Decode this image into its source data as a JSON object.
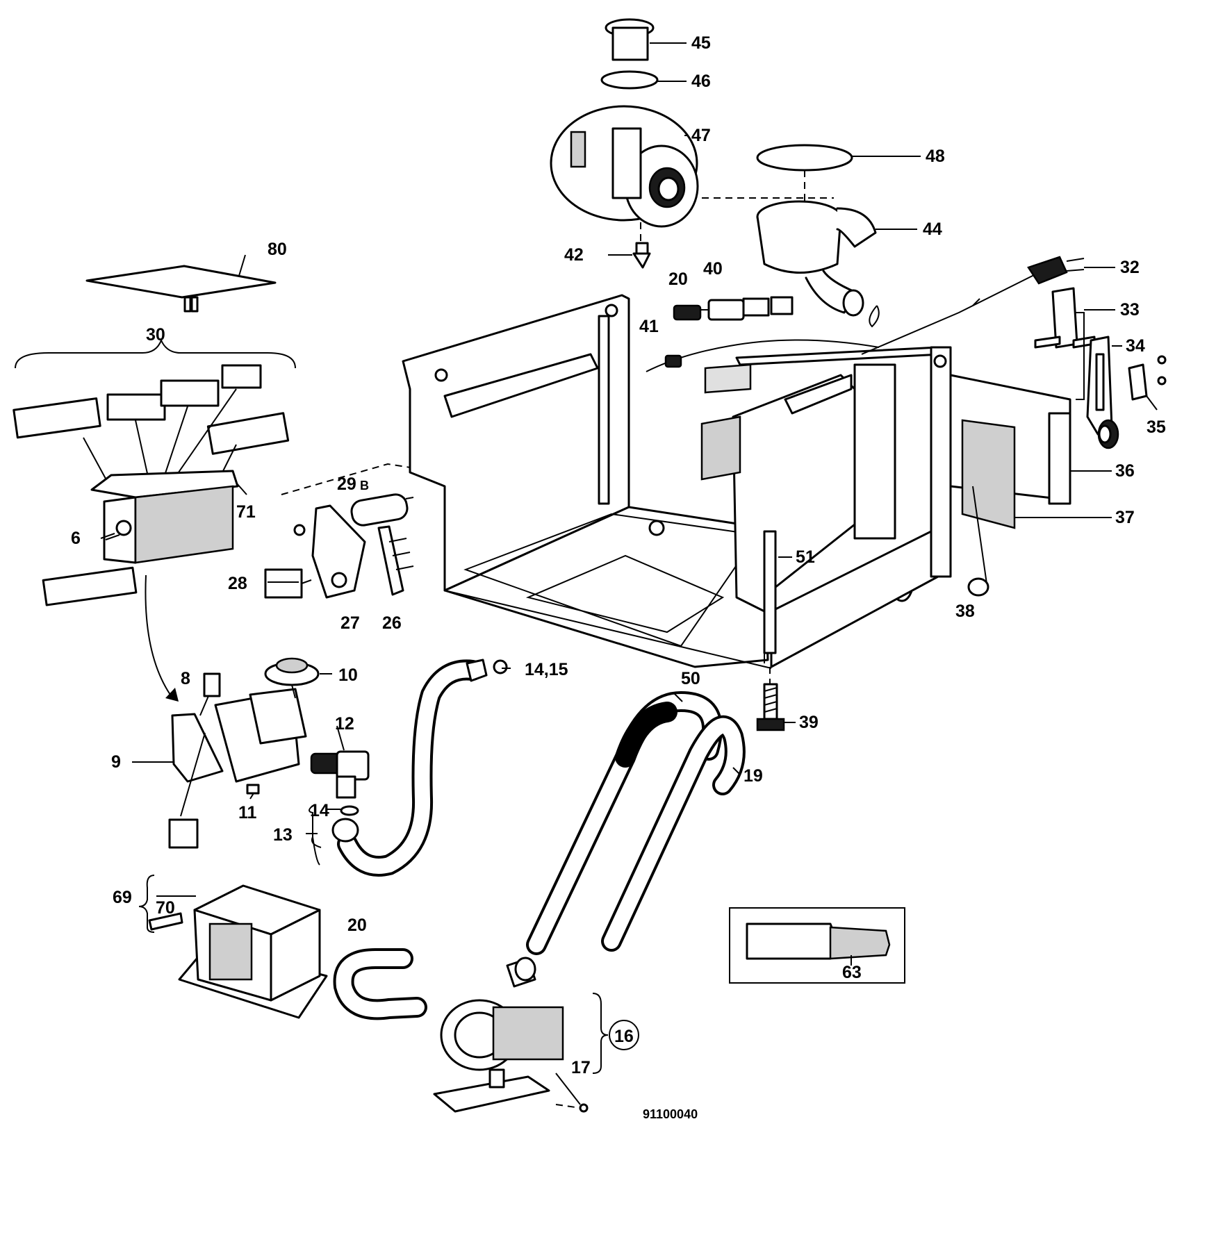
{
  "diagram_code": "91100040",
  "callouts": {
    "c80": "80",
    "c30": "30",
    "c71": "71",
    "c6": "6",
    "c29": "29",
    "c29_suffix": "B",
    "c28": "28",
    "c27": "27",
    "c26": "26",
    "c8": "8",
    "c10": "10",
    "c9": "9",
    "c12": "12",
    "c11": "11",
    "c14a": "14",
    "c13": "13",
    "c1415": "14,15",
    "c45": "45",
    "c46": "46",
    "c47": "47",
    "c48": "48",
    "c44": "44",
    "c42": "42",
    "c20a": "20",
    "c40": "40",
    "c41": "41",
    "c32": "32",
    "c33": "33",
    "c34": "34",
    "c35": "35",
    "c36": "36",
    "c37": "37",
    "c38": "38",
    "c51": "51",
    "c39": "39",
    "c50": "50",
    "c19": "19",
    "c69": "69",
    "c70": "70",
    "c20b": "20",
    "c16": "16",
    "c17": "17",
    "c63": "63"
  }
}
